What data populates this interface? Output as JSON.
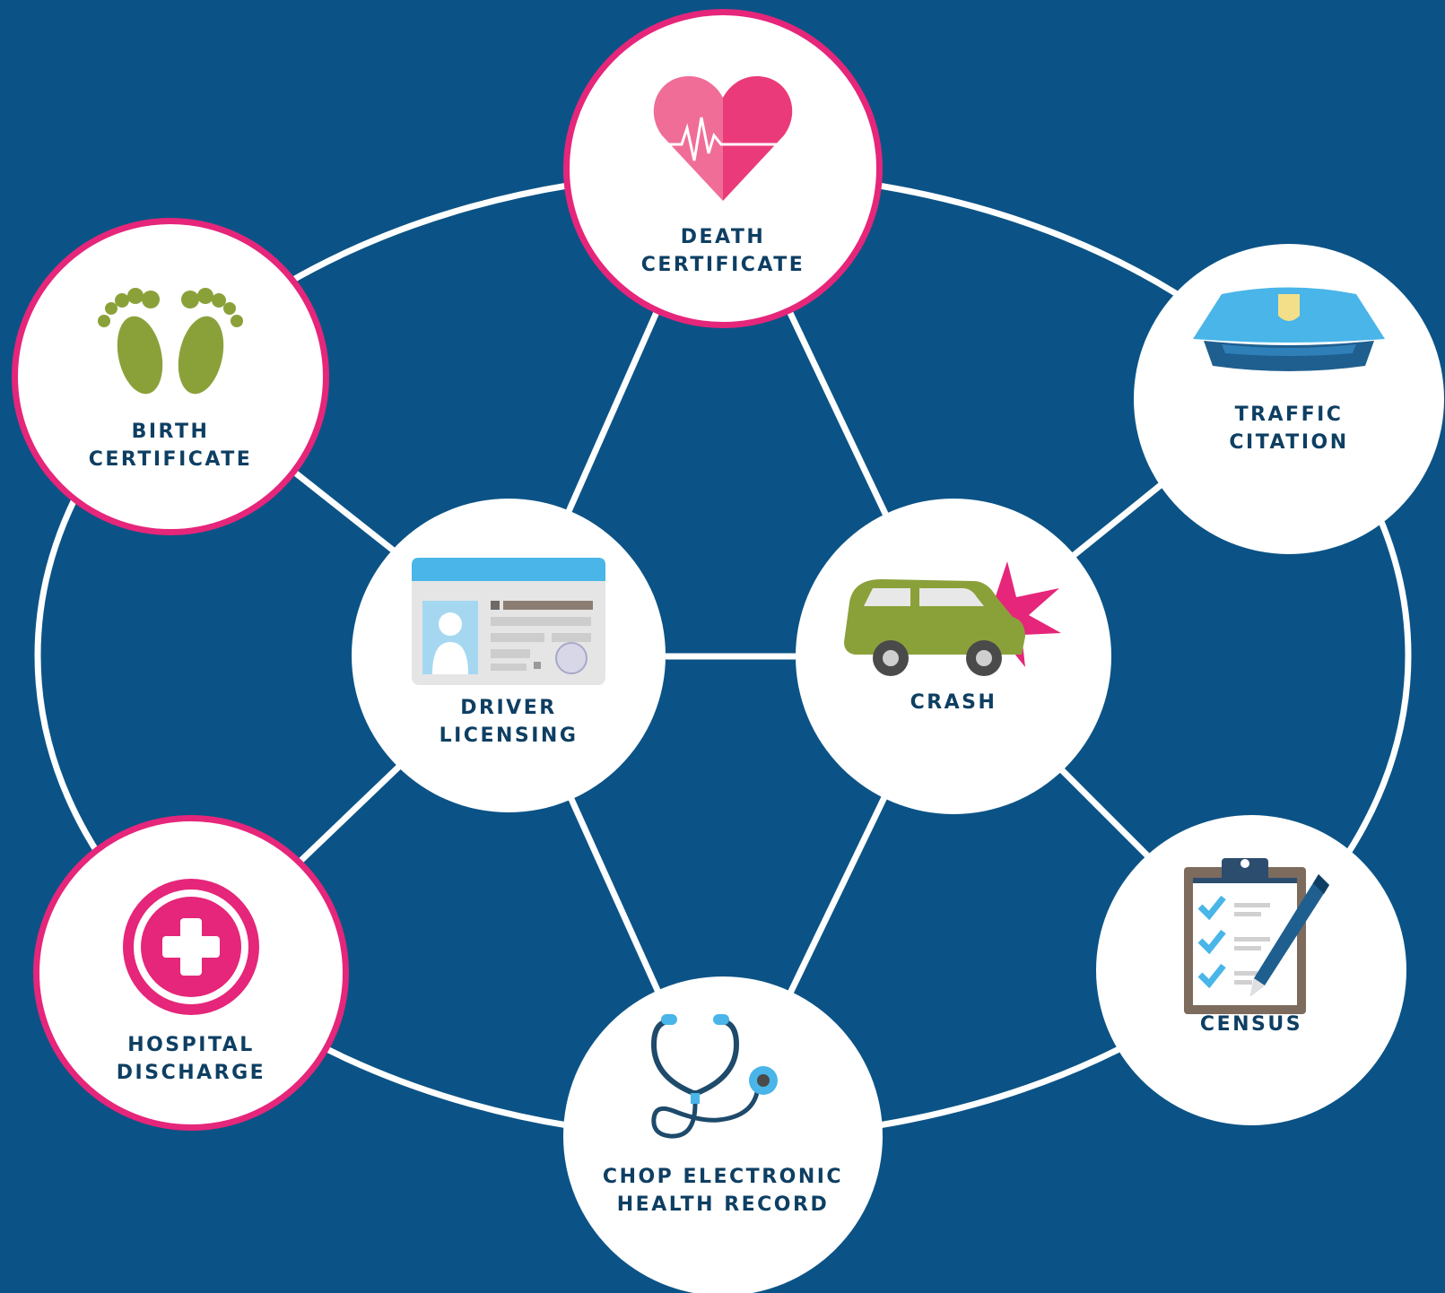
{
  "background_color": "#0b5386",
  "accent_color": "#e5267a",
  "label_color": "#0e3f63",
  "nodes": {
    "death": {
      "line1": "DEATH",
      "line2": "CERTIFICATE",
      "icon": "heart-ecg-icon",
      "highlighted": true
    },
    "birth": {
      "line1": "BIRTH",
      "line2": "CERTIFICATE",
      "icon": "baby-feet-icon",
      "highlighted": true
    },
    "traffic": {
      "line1": "TRAFFIC",
      "line2": "CITATION",
      "icon": "police-hat-icon",
      "highlighted": false
    },
    "driver": {
      "line1": "DRIVER",
      "line2": "LICENSING",
      "icon": "id-card-icon",
      "highlighted": false
    },
    "crash": {
      "line1": "CRASH",
      "line2": "",
      "icon": "car-crash-icon",
      "highlighted": false
    },
    "hospital": {
      "line1": "HOSPITAL",
      "line2": "DISCHARGE",
      "icon": "medical-cross-icon",
      "highlighted": true
    },
    "census": {
      "line1": "CENSUS",
      "line2": "",
      "icon": "clipboard-checklist-icon",
      "highlighted": false
    },
    "chop": {
      "line1": "CHOP ELECTRONIC",
      "line2": "HEALTH RECORD",
      "icon": "stethoscope-icon",
      "highlighted": false
    }
  },
  "connections": [
    [
      "death",
      "driver"
    ],
    [
      "death",
      "crash"
    ],
    [
      "birth",
      "driver"
    ],
    [
      "traffic",
      "crash"
    ],
    [
      "driver",
      "crash"
    ],
    [
      "driver",
      "hospital"
    ],
    [
      "driver",
      "chop"
    ],
    [
      "crash",
      "census"
    ],
    [
      "crash",
      "chop"
    ]
  ]
}
